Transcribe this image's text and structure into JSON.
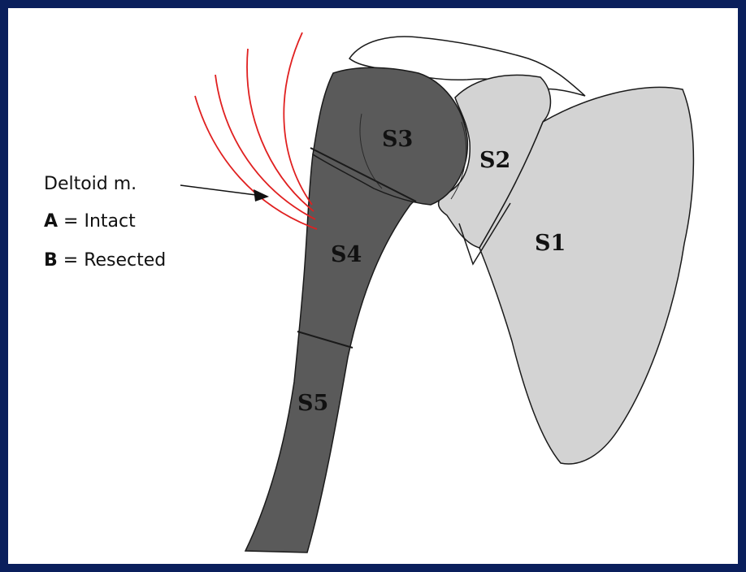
{
  "colors": {
    "frame": "#0a1f5c",
    "humerus": "#5a5a5a",
    "scapula": "#d3d3d3",
    "outline": "#1a1a1a",
    "muscle_lines": "#e02020"
  },
  "segments": {
    "s1": "S1",
    "s2": "S2",
    "s3": "S3",
    "s4": "S4",
    "s5": "S5"
  },
  "legend": {
    "deltoid": "Deltoid m.",
    "a_key": "A",
    "a_text": "= Intact",
    "b_key": "B",
    "b_text": "= Resected"
  }
}
